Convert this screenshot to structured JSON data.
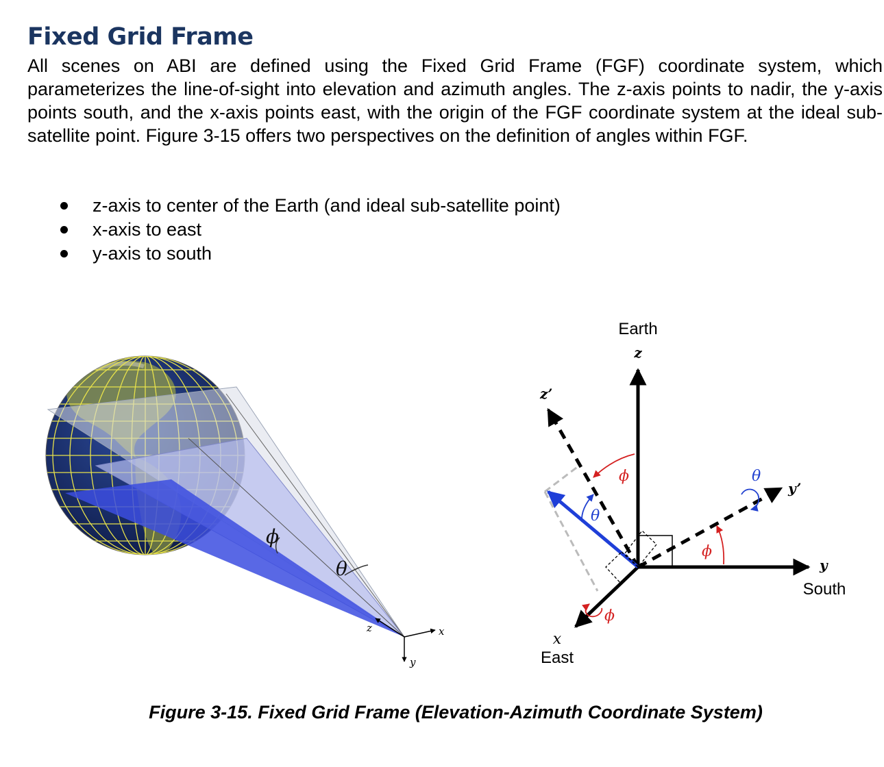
{
  "heading": "Fixed Grid Frame",
  "paragraph": "All scenes on ABI are defined using the Fixed Grid Frame (FGF) coordinate system, which parameterizes the line-of-sight into elevation and azimuth angles. The z-axis points to nadir, the y-axis points south, and the x-axis points east, with the origin of the FGF coordinate system at the ideal sub-satellite point. Figure 3-15 offers two perspectives on the definition of angles within FGF.",
  "bullets": [
    "z-axis to center of the Earth (and ideal sub-satellite point)",
    "x-axis to east",
    "y-axis to south"
  ],
  "figure": {
    "left_panel": {
      "phi": "ϕ",
      "theta": "θ",
      "axis_z": "z",
      "axis_x": "x",
      "axis_y": "y"
    },
    "right_panel": {
      "earth_label": "Earth",
      "z": "z",
      "z_prime": "z’",
      "y": "y",
      "y_prime": "y’",
      "south_label": "South",
      "x": "x",
      "east_label": "East",
      "phi_top": "ϕ",
      "phi_right": "ϕ",
      "phi_bottom": "ϕ",
      "theta_left": "θ",
      "theta_right": "θ"
    },
    "colors": {
      "los_blue": "#1f3fd8",
      "angle_red": "#d42020",
      "angle_blue": "#2040d0",
      "ocean": "#1a2f6e",
      "grid_yellow": "#e8e24a"
    }
  },
  "caption": "Figure 3-15. Fixed Grid Frame (Elevation-Azimuth Coordinate System)"
}
